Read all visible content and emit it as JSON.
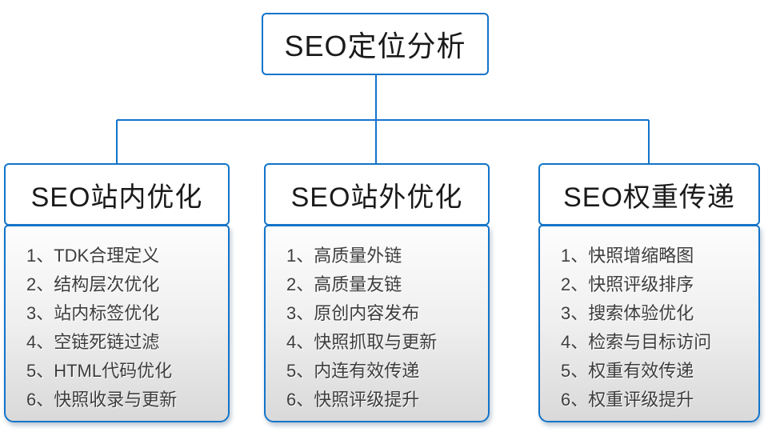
{
  "diagram": {
    "root": {
      "title": "SEO定位分析"
    },
    "columns": [
      {
        "title": "SEO站内优化",
        "items": [
          "1、TDK合理定义",
          "2、结构层次优化",
          "3、站内标签优化",
          "4、空链死链过滤",
          "5、HTML代码优化",
          "6、快照收录与更新"
        ]
      },
      {
        "title": "SEO站外优化",
        "items": [
          "1、高质量外链",
          "2、高质量友链",
          "3、原创内容发布",
          "4、快照抓取与更新",
          "5、内连有效传递",
          "6、快照评级提升"
        ]
      },
      {
        "title": "SEO权重传递",
        "items": [
          "1、快照增缩略图",
          "2、快照评级排序",
          "3、搜索体验优化",
          "4、检索与目标访问",
          "5、权重有效传递",
          "6、权重评级提升"
        ]
      }
    ],
    "colors": {
      "connector_line": "#1274CA",
      "box_border": "#1274CA",
      "title_text": "#1a1a1a",
      "item_text": "#3d3d3d",
      "list_gradient_top": "#fdfdfd",
      "list_gradient_bottom": "#d9d9d9"
    }
  }
}
